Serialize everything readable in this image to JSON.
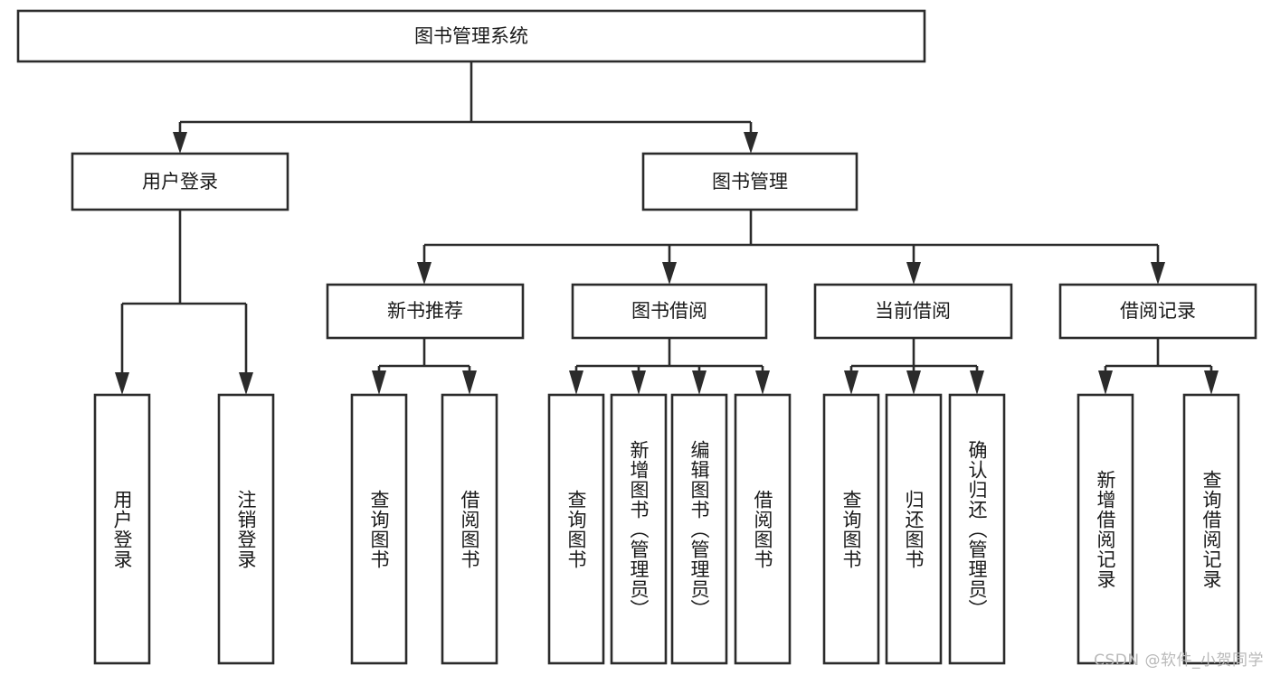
{
  "diagram": {
    "type": "tree-hierarchy",
    "title": "图书管理系统",
    "watermark": "CSDN @软件_小贺同学",
    "colors": {
      "box_stroke": "#2b2b2b",
      "box_fill": "#ffffff",
      "text": "#1a1a1a",
      "background": "#ffffff",
      "watermark": "#b9b9b9"
    },
    "levels": {
      "root": {
        "label": "图书管理系统"
      },
      "level2": [
        {
          "id": "user-login",
          "label": "用户登录"
        },
        {
          "id": "book-management",
          "label": "图书管理"
        }
      ],
      "level3": [
        {
          "id": "new-book-recommend",
          "label": "新书推荐",
          "parent": "book-management"
        },
        {
          "id": "book-borrow",
          "label": "图书借阅",
          "parent": "book-management"
        },
        {
          "id": "current-borrow",
          "label": "当前借阅",
          "parent": "book-management"
        },
        {
          "id": "borrow-record",
          "label": "借阅记录",
          "parent": "book-management"
        }
      ],
      "leaves": [
        {
          "id": "leaf-user-login",
          "label": "用户登录",
          "parent": "user-login"
        },
        {
          "id": "leaf-logout-login",
          "label": "注销登录",
          "parent": "user-login"
        },
        {
          "id": "leaf-query-book-1",
          "label": "查询图书",
          "parent": "new-book-recommend"
        },
        {
          "id": "leaf-borrow-book-1",
          "label": "借阅图书",
          "parent": "new-book-recommend"
        },
        {
          "id": "leaf-query-book-2",
          "label": "查询图书",
          "parent": "book-borrow"
        },
        {
          "id": "leaf-add-book",
          "label": "新增图书（管理员）",
          "parent": "book-borrow"
        },
        {
          "id": "leaf-edit-book",
          "label": "编辑图书（管理员）",
          "parent": "book-borrow"
        },
        {
          "id": "leaf-borrow-book-2",
          "label": "借阅图书",
          "parent": "book-borrow"
        },
        {
          "id": "leaf-query-book-3",
          "label": "查询图书",
          "parent": "current-borrow"
        },
        {
          "id": "leaf-return-book",
          "label": "归还图书",
          "parent": "current-borrow"
        },
        {
          "id": "leaf-confirm-return",
          "label": "确认归还（管理员）",
          "parent": "current-borrow"
        },
        {
          "id": "leaf-add-record",
          "label": "新增借阅记录",
          "parent": "borrow-record"
        },
        {
          "id": "leaf-query-record",
          "label": "查询借阅记录",
          "parent": "borrow-record"
        }
      ]
    }
  }
}
